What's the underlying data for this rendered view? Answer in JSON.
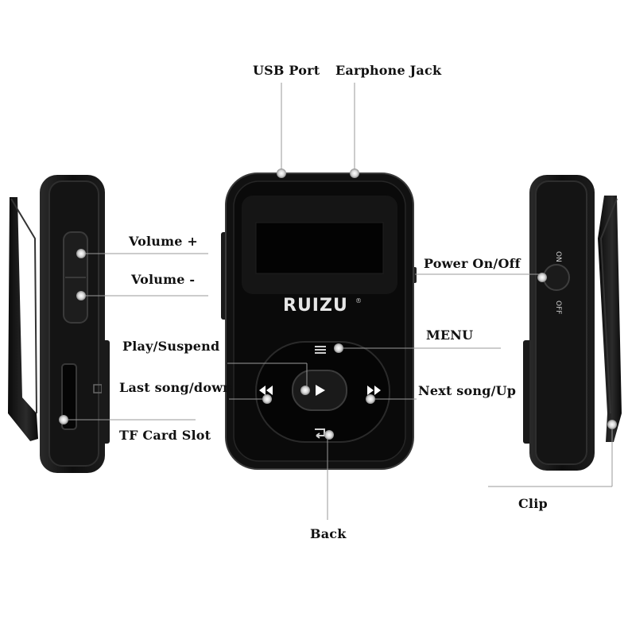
{
  "labels": {
    "usb_port": "USB Port",
    "earphone_jack": "Earphone Jack",
    "volume_plus": "Volume +",
    "volume_minus": "Volume -",
    "power": "Power On/Off",
    "play": "Play/Suspend",
    "menu": "MENU",
    "last_song": "Last song/down",
    "next_song": "Next song/Up",
    "tf_slot": "TF Card Slot",
    "clip": "Clip",
    "back": "Back"
  },
  "device": {
    "brand": "RUIZU",
    "switch_on": "ON",
    "switch_off": "OFF"
  },
  "colors": {
    "device_body": "#0c0c0c",
    "leader_line": "#9a9a9a",
    "screen": "#030303"
  }
}
